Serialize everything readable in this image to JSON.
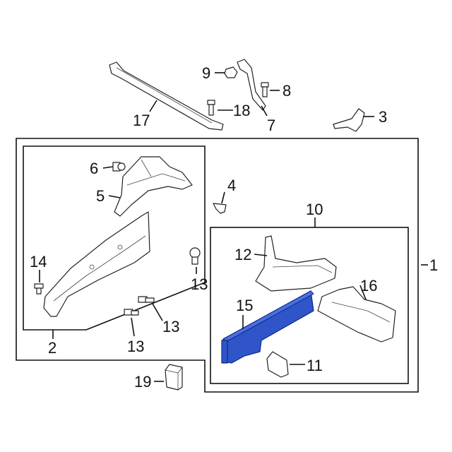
{
  "diagram": {
    "callouts": {
      "c1": "1",
      "c2": "2",
      "c3": "3",
      "c4": "4",
      "c5": "5",
      "c6": "6",
      "c7": "7",
      "c8": "8",
      "c9": "9",
      "c10": "10",
      "c11": "11",
      "c12": "12",
      "c13a": "13",
      "c13b": "13",
      "c13c": "13",
      "c14": "14",
      "c15": "15",
      "c16": "16",
      "c17": "17",
      "c18": "18",
      "c19": "19"
    },
    "colors": {
      "highlight": "#2f55c9",
      "line": "#111111"
    }
  }
}
